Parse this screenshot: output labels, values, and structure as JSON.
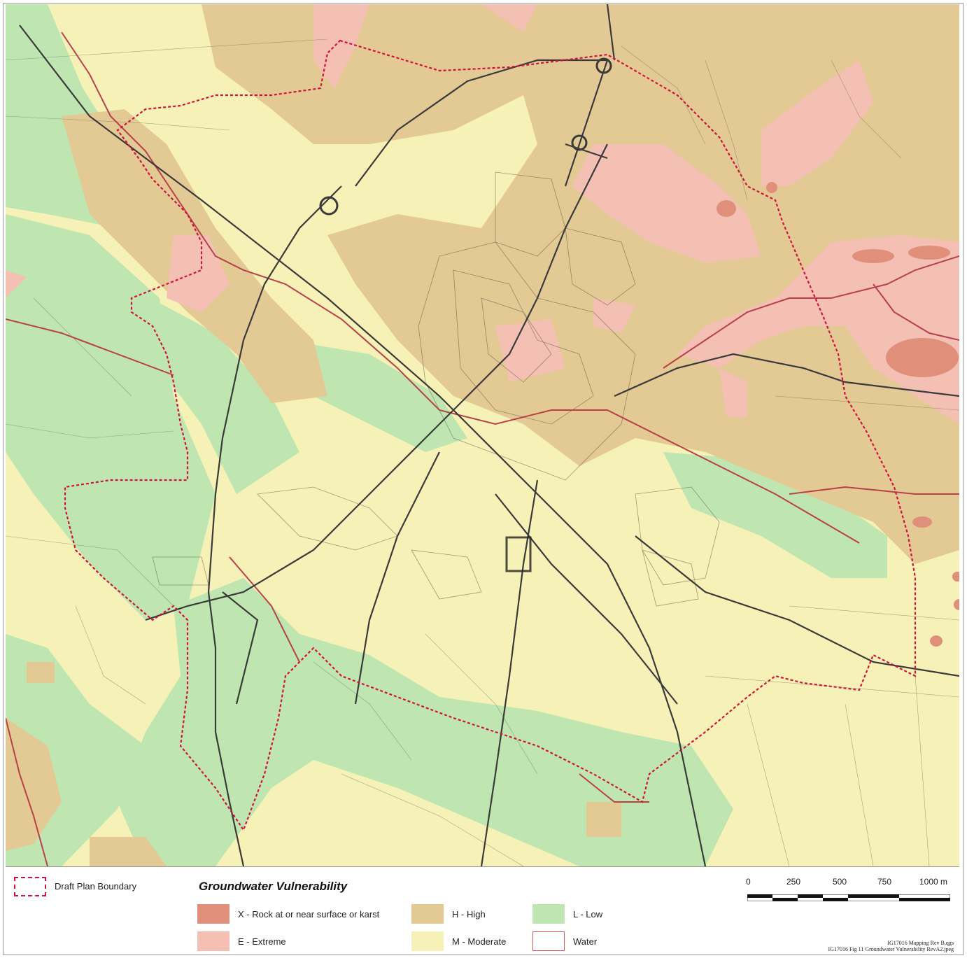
{
  "colors": {
    "rock": "#e0907a",
    "extreme": "#f5c0b4",
    "high": "#e3c994",
    "moderate": "#f6f1b6",
    "low": "#bfe6b0",
    "water_edge": "#d05858",
    "boundary": "#d1123f",
    "roads": "#3a3a3a",
    "river": "#b8404a"
  },
  "legend": {
    "boundary_label": "Draft Plan Boundary",
    "title": "Groundwater Vulnerability",
    "classes": [
      {
        "key": "rock",
        "label": "X - Rock at or near surface or karst"
      },
      {
        "key": "extreme",
        "label": "E - Extreme"
      },
      {
        "key": "high",
        "label": "H - High"
      },
      {
        "key": "moderate",
        "label": "M - Moderate"
      },
      {
        "key": "low",
        "label": "L - Low"
      },
      {
        "key": "water",
        "label": "Water"
      }
    ]
  },
  "scale_bar": {
    "ticks": [
      "0",
      "250",
      "500",
      "750",
      "1000 m"
    ]
  },
  "credits": {
    "line1": "IG17016 Mapping Rev B.qgs",
    "line2": "IG17016 Fig 11 Groundwater Vulnerability RevA2.jpeg"
  }
}
